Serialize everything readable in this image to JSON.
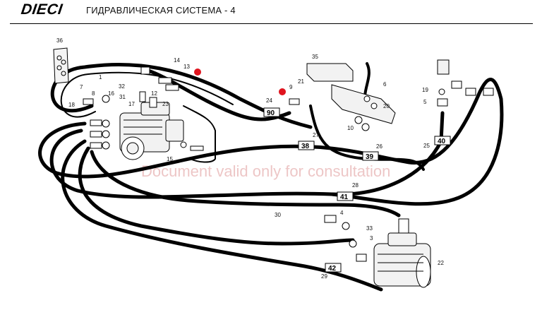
{
  "header": {
    "logo_text": "DIECI",
    "title": "ГИДРАВЛИЧЕСКАЯ СИСТЕМА - 4"
  },
  "watermark": "Document valid only for consultation",
  "colors": {
    "hose": "#000000",
    "marker": "#e0141e",
    "watermark": "#e8b4b4"
  },
  "hose_tags": [
    "90",
    "38",
    "39",
    "40",
    "41",
    "42"
  ],
  "callouts": [
    "36",
    "1",
    "7",
    "8",
    "16",
    "17",
    "18",
    "31",
    "32",
    "14",
    "13",
    "12",
    "23",
    "15",
    "35",
    "21",
    "22",
    "6",
    "9",
    "24",
    "10",
    "26",
    "27",
    "20",
    "5",
    "19",
    "25",
    "28",
    "30",
    "4",
    "33",
    "3",
    "29"
  ],
  "markers": 2
}
